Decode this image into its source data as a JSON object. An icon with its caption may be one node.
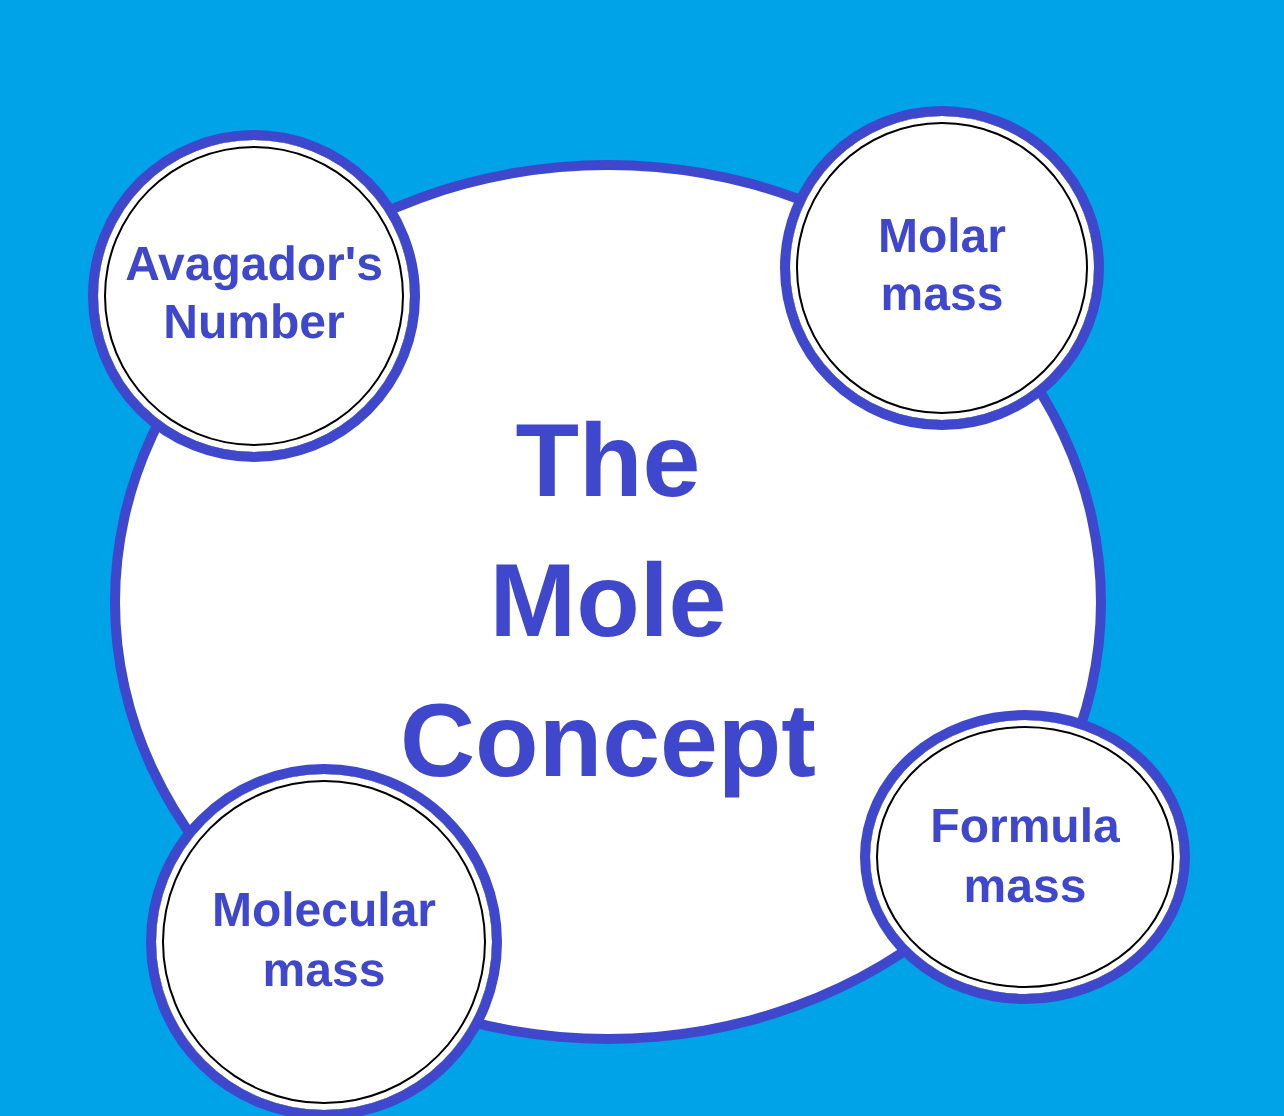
{
  "diagram": {
    "nodes": [
      {
        "text": [
          "The Mole Concept"
        ]
      },
      {
        "text": [
          "Avagador's Number"
        ]
      },
      {
        "text": [
          "Molar mass"
        ]
      },
      {
        "text": [
          "Molecular mass"
        ]
      },
      {
        "text": [
          "Formula mass"
        ]
      }
    ]
  }
}
